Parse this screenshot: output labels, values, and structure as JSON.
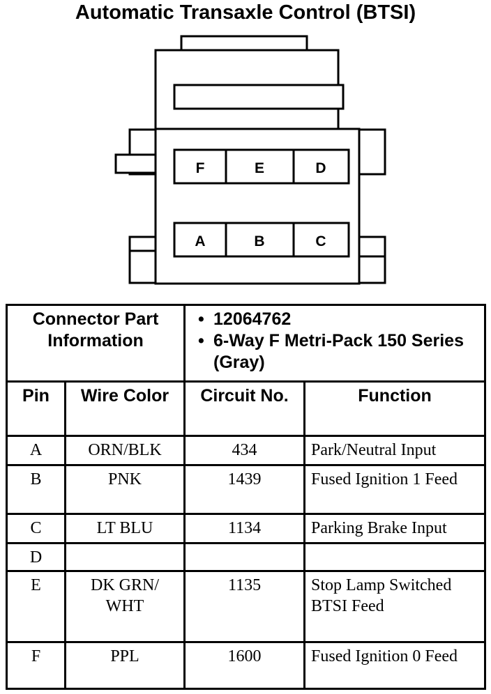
{
  "title": "Automatic Transaxle Control (BTSI)",
  "connector": {
    "top_row": [
      "F",
      "E",
      "D"
    ],
    "bottom_row": [
      "A",
      "B",
      "C"
    ]
  },
  "part_info": {
    "label": "Connector Part Information",
    "items": [
      "12064762",
      "6-Way F Metri-Pack 150 Series (Gray)"
    ]
  },
  "columns": [
    "Pin",
    "Wire Color",
    "Circuit No.",
    "Function"
  ],
  "rows": [
    {
      "pin": "A",
      "wire": "ORN/BLK",
      "circuit": "434",
      "function": "Park/Neutral Input"
    },
    {
      "pin": "B",
      "wire": "PNK",
      "circuit": "1439",
      "function": "Fused Ignition 1 Feed"
    },
    {
      "pin": "C",
      "wire": "LT BLU",
      "circuit": "1134",
      "function": "Parking Brake Input"
    },
    {
      "pin": "D",
      "wire": "",
      "circuit": "",
      "function": ""
    },
    {
      "pin": "E",
      "wire": "DK GRN/ WHT",
      "circuit": "1135",
      "function": "Stop Lamp Switched BTSI Feed"
    },
    {
      "pin": "F",
      "wire": "PPL",
      "circuit": "1600",
      "function": "Fused Ignition 0 Feed"
    }
  ]
}
